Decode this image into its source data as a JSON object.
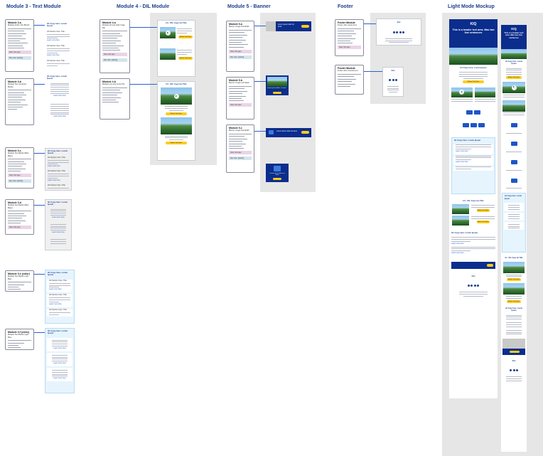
{
  "sections": {
    "text": "Module 3 - Text Module",
    "dil": "Module 4 - DIL Module",
    "banner": "Module 5 - Banner",
    "footer": "Footer",
    "light": "Light Mode Mockup"
  },
  "text_specs": [
    {
      "title": "Module 3-a",
      "sub": "Multiple Article Text Blocks"
    },
    {
      "title": "Module 3-b",
      "sub": "Multiple Text Centered Blocks"
    },
    {
      "title": "Module 3-c",
      "sub": "Multiple Text Blocks (Blue Base)"
    },
    {
      "title": "Module 3-d",
      "sub": "Multiple Text Blocks (Blue Base)"
    },
    {
      "title": "Module 3-e (color)",
      "sub": "Multiple Text Blocks Light Blue"
    },
    {
      "title": "Module 3-f (color)",
      "sub": "Multiple Text Blocks Light Blue"
    }
  ],
  "text_card_head": "H1 Copy here. Lorem Ipsum",
  "text_card_sub": "H2 Section here. Title",
  "text_card_link": "Learn more here",
  "dil_specs": [
    {
      "title": "Module 4-a",
      "sub": "Multiple left and right image DIL"
    },
    {
      "title": "Module 4-b",
      "sub": "Multiple text and center DIL"
    }
  ],
  "dil_card_head": "H1 - DIL Copy Up Title",
  "dil_button": "Button Text Here",
  "banner_specs": [
    {
      "title": "Module 5-a",
      "sub": "Banner Image Full Width"
    },
    {
      "title": "Module 5-b",
      "sub": "Banner Image Left Stack"
    },
    {
      "title": "Module 5-c",
      "sub": "Banner Image Full Width"
    }
  ],
  "banner_text": "Lorem ipsum dolor sit amet",
  "footer_specs": [
    {
      "title": "Footer Module",
      "sub": "Footer with social icons"
    },
    {
      "title": "Footer Module",
      "sub": "Footer with centered text"
    }
  ],
  "footer_logo": "Kin",
  "mockup": {
    "logo": "KIQ",
    "hero": "This is a header text area. Max two line sentences",
    "subhead": "H1 Copy here. Lorem Ipsum",
    "button": "Button Text Here",
    "footer_logo": "Kin"
  },
  "notes": {
    "pink": "Note: link spec",
    "blue": "Dev note: spacing"
  },
  "colors": {
    "navy": "#0b2d8c",
    "yellow": "#ffcc1a",
    "panel": "#e6e6e6",
    "lightblue": "#e6f4fd",
    "title": "#1c3f8f"
  }
}
